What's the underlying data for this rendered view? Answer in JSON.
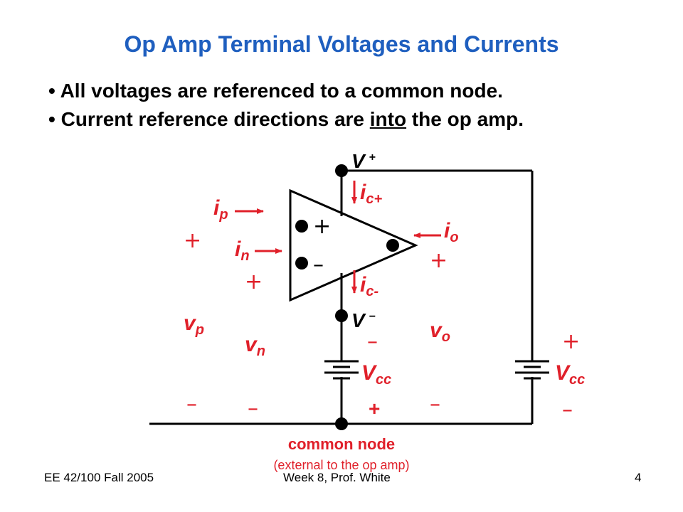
{
  "title": "Op Amp Terminal Voltages and Currents",
  "bullets": {
    "b1": "All voltages are referenced to a common node.",
    "b2_pre": "Current reference directions are ",
    "b2_u": "into",
    "b2_post": " the op amp."
  },
  "bullet_char": "•",
  "labels": {
    "vplus_v": "V",
    "vplus_sup": "+",
    "vminus_v": "V",
    "vminus_sup": "−",
    "ip_i": "i",
    "ip_sub": "p",
    "in_i": "i",
    "in_sub": "n",
    "io_i": "i",
    "io_sub": "o",
    "icp_i": "i",
    "icp_sub": "c+",
    "icm_i": "i",
    "icm_sub": "c-",
    "vp_v": "v",
    "vp_sub": "p",
    "vn_v": "v",
    "vn_sub": "n",
    "vo_v": "v",
    "vo_sub": "o",
    "vcc1_v": "V",
    "vcc1_sub": "cc",
    "vcc2_v": "V",
    "vcc2_sub": "cc",
    "in_plus": "+",
    "in_minus": "–",
    "plus": "+",
    "minus": "–",
    "bold_plus": "+"
  },
  "common_node": "common node",
  "common_node_note": "(external to the op amp)",
  "footer": {
    "left": "EE 42/100 Fall 2005",
    "center": "Week 8, Prof. White",
    "right": "4"
  },
  "colors": {
    "title": "#1f5fbf",
    "accent": "#e0202a",
    "wire": "#000000"
  }
}
